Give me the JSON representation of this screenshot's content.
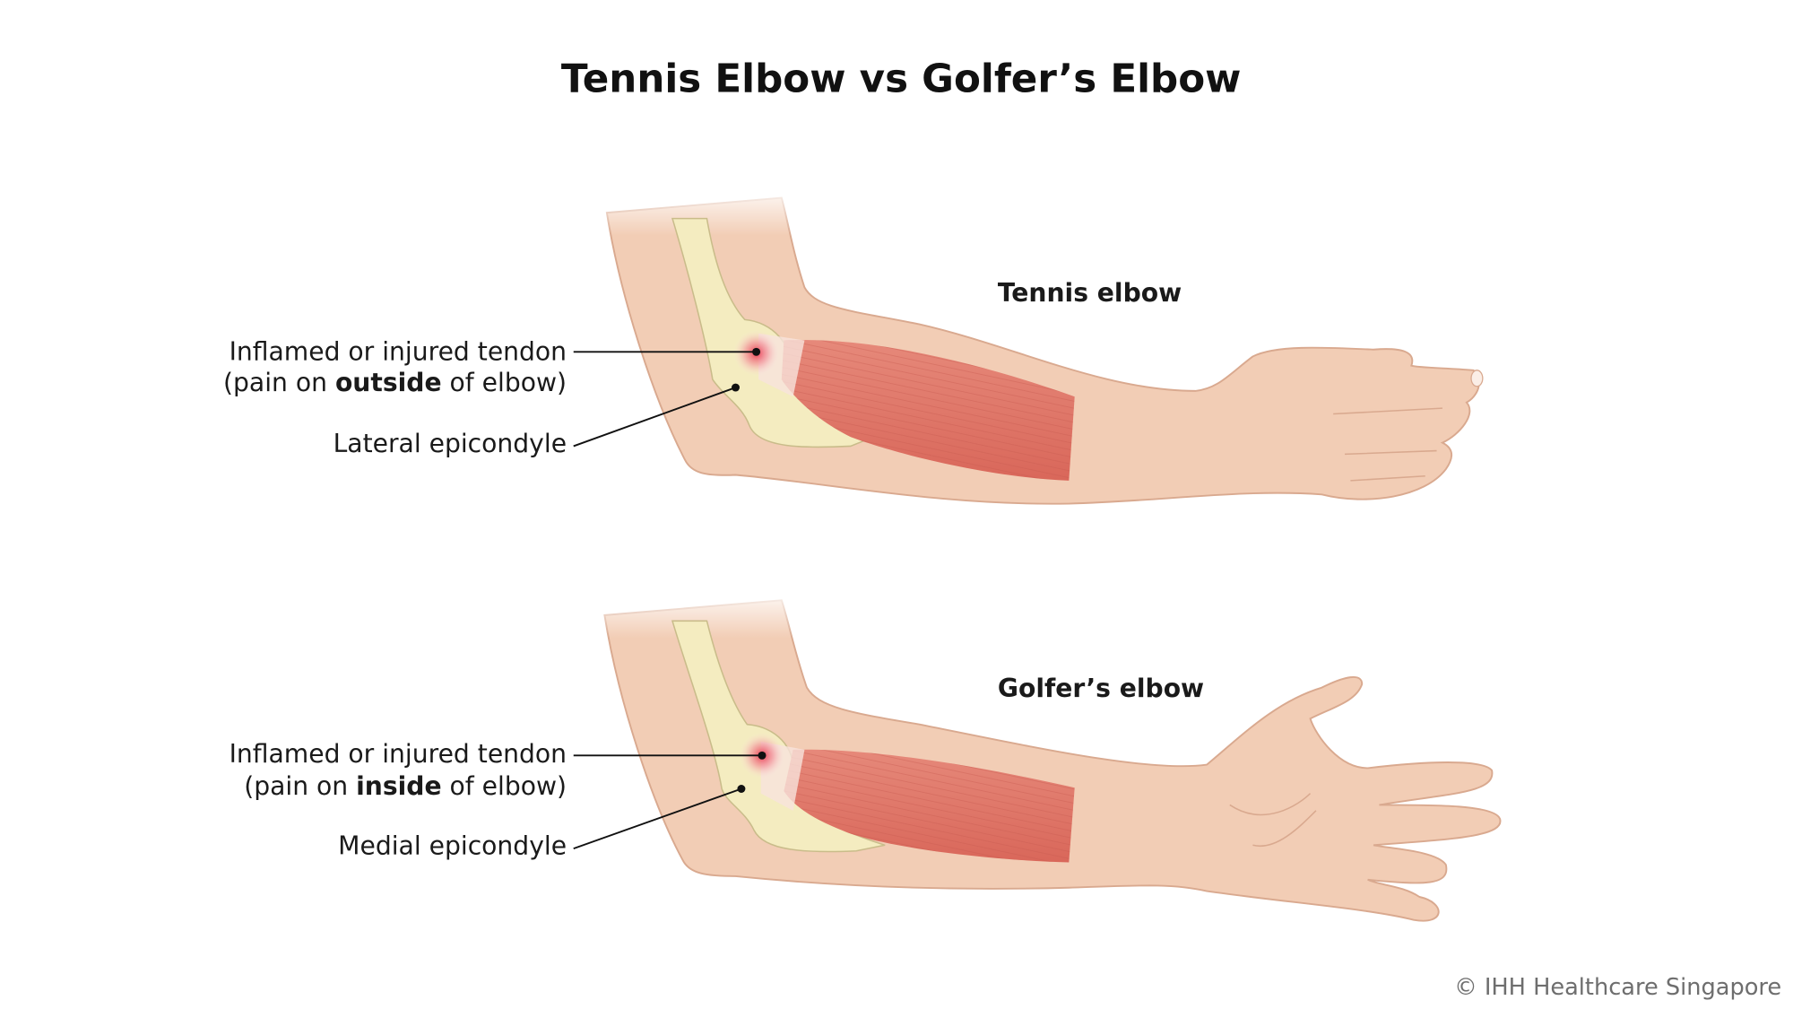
{
  "title": "Tennis Elbow vs Golfer’s Elbow",
  "panels": [
    {
      "heading": "Tennis elbow",
      "tendon_line1": "Inflamed or injured tendon",
      "tendon_line2_pre": "(pain on ",
      "tendon_line2_bold": "outside",
      "tendon_line2_post": " of elbow)",
      "bone_label": "Lateral epicondyle"
    },
    {
      "heading": "Golfer’s elbow",
      "tendon_line1": "Inflamed or injured tendon",
      "tendon_line2_pre": "(pain on ",
      "tendon_line2_bold": "inside",
      "tendon_line2_post": " of elbow)",
      "bone_label": "Medial epicondyle"
    }
  ],
  "copyright": "© IHH Healthcare Singapore",
  "colors": {
    "skin": "#f2cdb5",
    "skin_outline": "#d9a98f",
    "bone": "#f4ecc0",
    "muscle": "#e07a68",
    "pain": "#e8324a"
  }
}
